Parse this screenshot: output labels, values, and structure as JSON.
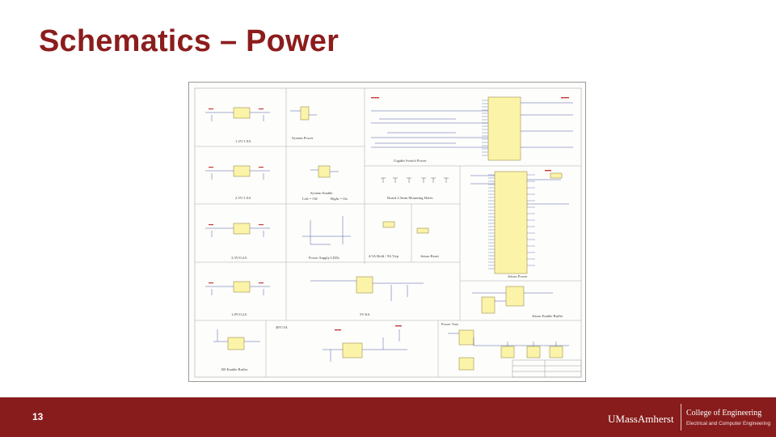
{
  "slide": {
    "title": "Schematics – Power",
    "page_number": "13"
  },
  "schematic": {
    "blocks": {
      "v12": "1.2V/1.0A",
      "v25": "2.5V/1.0A",
      "v33": "3.3V/0.2A",
      "v18": "1.8V/0.2A",
      "r0": "R0 Enable Buffer",
      "v48": "48V/3A",
      "system_power": "System Power",
      "system_enable": "System Enable",
      "left_off": "Left = Off",
      "right_on": "Right = On",
      "power_supply_leds": "Power Supply LEDs",
      "v5": "5V/6A",
      "gigabit_switch_power": "Gigabit Switch Power",
      "board_mounting_holes": "Board 2.5mm Mounting Holes",
      "hold_trip": "4.5A Hold / 9A Trip",
      "jetson_reset": "Jetson Reset",
      "jetson_power": "Jetson Power",
      "jetson_enable_buffer": "Jetson Enable Buffer",
      "power_tree": "Power Tree"
    }
  },
  "footer": {
    "umass": "UMassAmherst",
    "college": "College of Engineering",
    "department": "Electrical and Computer Engineering"
  },
  "colors": {
    "brand": "#881c1c",
    "title": "#8c1d1d"
  }
}
